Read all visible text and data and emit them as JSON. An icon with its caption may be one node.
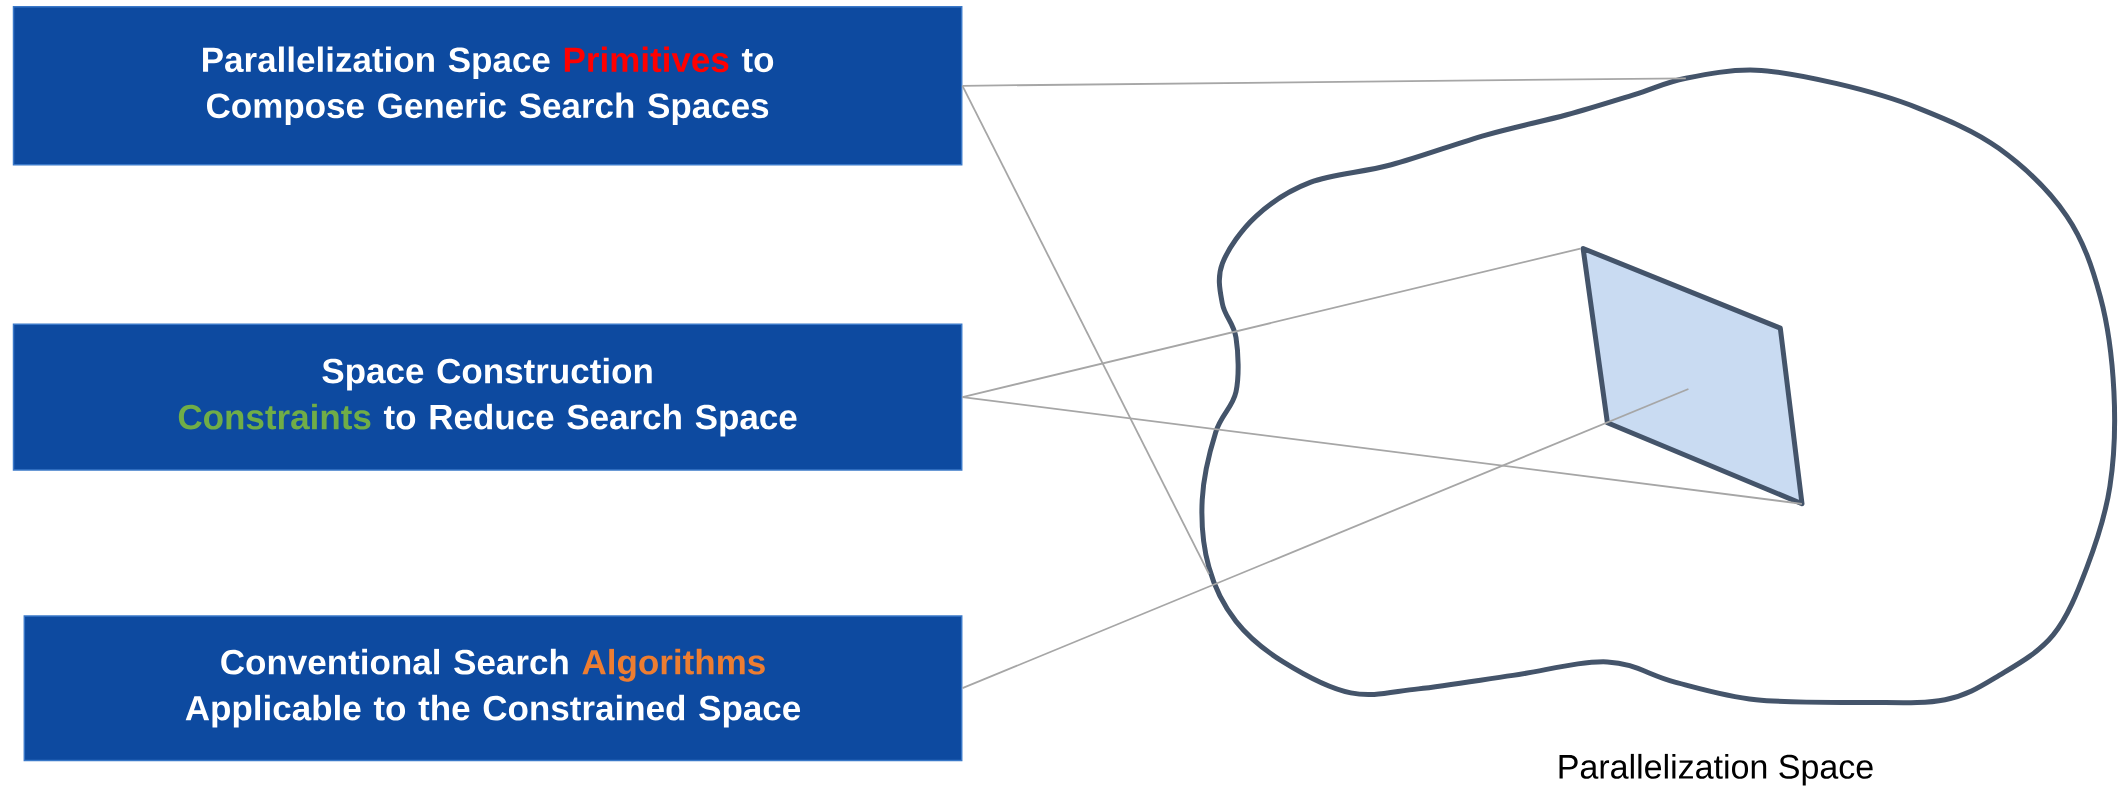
{
  "diagram": {
    "nodes": [
      {
        "text": [
          "Parallelization Space",
          "Primitives",
          "to Compose Generic Search Spaces"
        ]
      },
      {
        "text": [
          "Space Construction",
          "Constraints",
          "to Reduce Search Space"
        ]
      },
      {
        "text": [
          "Conventional Search",
          "Algorithms",
          "Applicable to the Constrained Space"
        ]
      },
      {
        "text": [],
        "shape": "cloud",
        "beside": [
          "Parallelization Space"
        ]
      },
      {
        "text": [],
        "shape": "parallelogram",
        "in": 3
      }
    ],
    "edges": [
      {
        "from": 0,
        "to": 3,
        "arrow": "none"
      },
      {
        "from": 0,
        "to": 3,
        "arrow": "none"
      },
      {
        "from": 1,
        "to": 4,
        "arrow": "none"
      },
      {
        "from": 1,
        "to": 4,
        "arrow": "none"
      },
      {
        "from": 2,
        "to": 4,
        "arrow": "none"
      }
    ]
  }
}
